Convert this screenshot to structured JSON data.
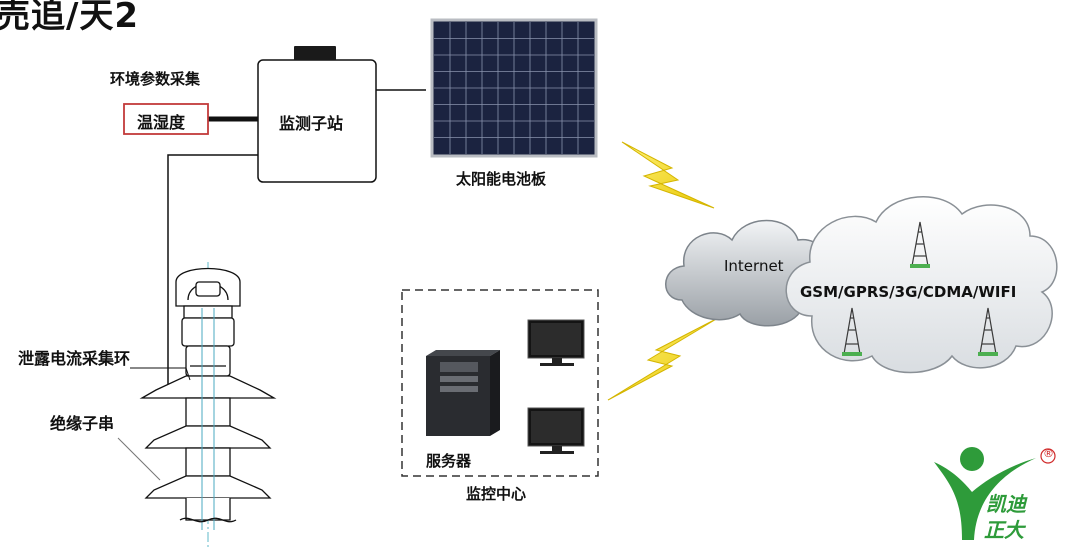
{
  "title_fragment": "売追/天2",
  "labels": {
    "env_collect": "环境参数采集",
    "temp_humidity": "温湿度",
    "substation": "监测子站",
    "solar_panel": "太阳能电池板",
    "internet": "Internet",
    "network": "GSM/GPRS/3G/CDMA/WIFI",
    "server": "服务器",
    "monitor_center": "监控中心",
    "leakage_ring": "泄露电流采集环",
    "insulator": "绝缘子串"
  },
  "brand": {
    "name_line1": "凯迪",
    "name_line2": "正大",
    "registered": "®",
    "color": "#2e9b3a"
  }
}
